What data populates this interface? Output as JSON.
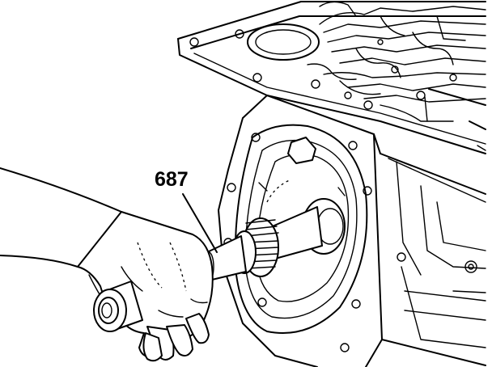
{
  "diagram": {
    "callouts": [
      {
        "label": "687"
      }
    ],
    "icons": [
      "transmission-case",
      "valve-body-passages",
      "input-shaft-tool",
      "hand"
    ],
    "colors": {
      "line": "#000000",
      "background": "#ffffff"
    }
  }
}
